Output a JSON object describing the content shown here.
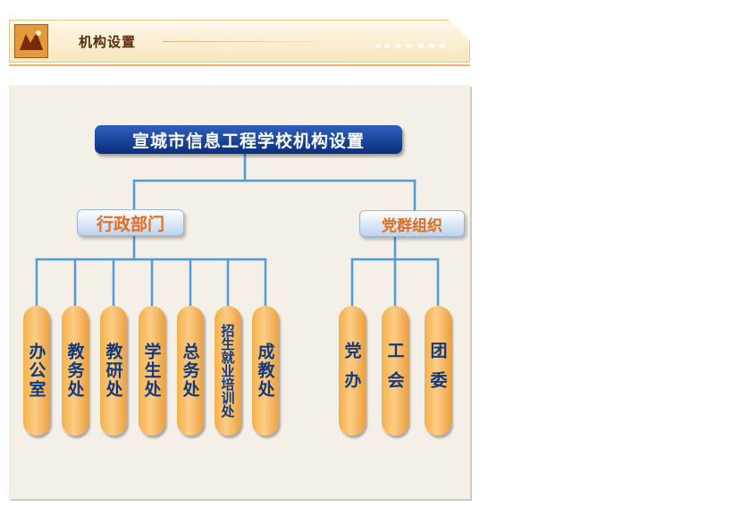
{
  "header": {
    "title": "机构设置"
  },
  "diagram": {
    "title": "宣城市信息工程学校机构设置",
    "sections": [
      {
        "label": "行政部门",
        "units": [
          "办公室",
          "教务处",
          "教研处",
          "学生处",
          "总务处",
          "招生就业培训处",
          "成教处"
        ]
      },
      {
        "label": "党群组织",
        "units": [
          "党办",
          "工会",
          "团委"
        ]
      }
    ]
  },
  "colors": {
    "title_box": "#0a2e7a",
    "section_text": "#e46d1c",
    "pill": "#f5b04a",
    "pill_text": "#123a7a",
    "connector": "#4f9ae0",
    "panel": "#f4f0e8"
  }
}
